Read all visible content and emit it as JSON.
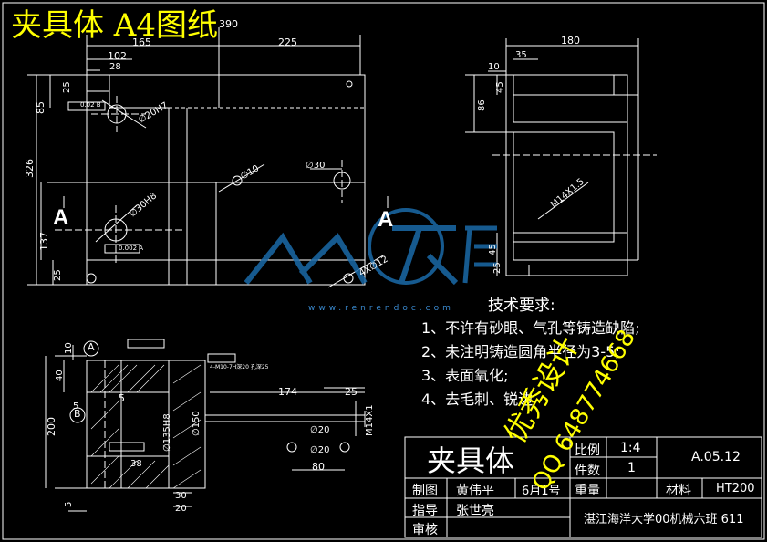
{
  "drawing_title": "夹具体 A4图纸",
  "technical_requirements": {
    "heading": "技术要求:",
    "items": [
      "1、不许有砂眼、气孔等铸造缺陷;",
      "2、未注明铸造圆角半径为3-5;",
      "3、表面氧化;",
      "4、去毛刺、锐边"
    ]
  },
  "section_labels": [
    "A",
    "A"
  ],
  "datum_labels": [
    "A",
    "B"
  ],
  "dimensions_front": {
    "overall_width": "390",
    "left_width": "165",
    "right_width": "225",
    "d102": "102",
    "d28": "28",
    "height": "326",
    "h85": "85",
    "h25a": "25",
    "h137": "137",
    "h25b": "25",
    "hole1": "∅20H7",
    "hole2": "∅10",
    "hole3": "∅30",
    "hole4": "∅30H8",
    "holes": "4X∅12",
    "tol1": "0.02 B",
    "tol2": "0.002 A"
  },
  "dimensions_side": {
    "width": "180",
    "d35": "35",
    "d10": "10",
    "h45a": "45",
    "h86": "86",
    "h45b": "45",
    "h25": "25",
    "thread": "M14X1.5"
  },
  "dimensions_section": {
    "h10": "10",
    "h40": "40",
    "h5": "5",
    "h200": "200",
    "d5": "5",
    "d174": "174",
    "d25": "25",
    "bore": "∅135H8",
    "d150": "∅150",
    "thread": "M14X1",
    "d20a": "∅20",
    "d20b": "∅20",
    "d80": "80",
    "d38": "38",
    "d30": "30",
    "d20c": "20",
    "d5b": "5",
    "tol": "4-M10-7H深20 孔深25"
  },
  "title_block": {
    "part_name": "夹具体",
    "scale_label": "比例",
    "scale_value": "1:4",
    "qty_label": "件数",
    "qty_value": "1",
    "drawing_no": "A.05.12",
    "drawn_label": "制图",
    "drawn_by": "黄伟平",
    "date": "6月1号",
    "weight_label": "重量",
    "material_label": "材料",
    "material_value": "HT200",
    "check_label": "指导",
    "checker": "张世亮",
    "review_label": "审核",
    "school": "湛江海洋大学00机械六班 611"
  },
  "watermark": {
    "brand_url": "www.renrendoc.com",
    "line1": "优秀设计",
    "line2": "QQ 648774668"
  },
  "colors": {
    "background": "#000000",
    "outline": "#ffffff",
    "dimension": "#ffffff",
    "title": "#ffff00",
    "watermark_logo": "#1a6aa8"
  }
}
